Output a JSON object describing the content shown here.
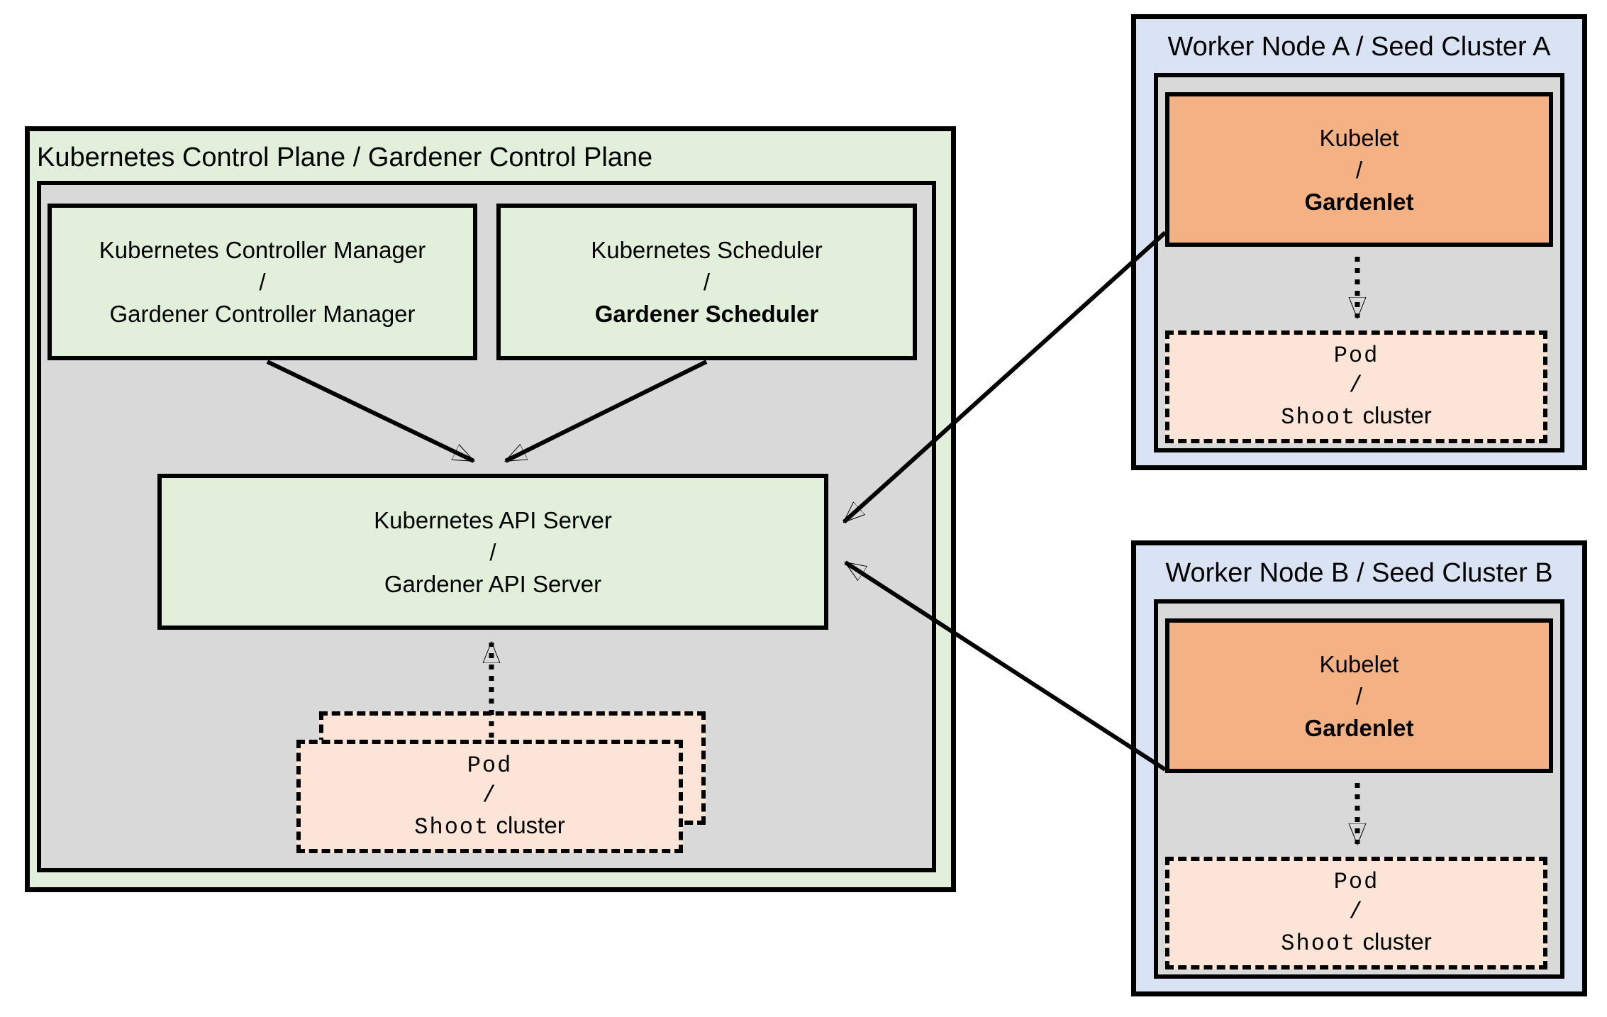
{
  "colors": {
    "control_plane_fill": "#e2efda",
    "worker_node_fill": "#dae3f3",
    "runtime_fill": "#d9d9d9",
    "component_green_fill": "#e2efda",
    "kubelet_orange_fill": "#f4b183",
    "pod_peach_fill": "#fce4d6",
    "line_color": "#000000"
  },
  "control_plane": {
    "title": "Kubernetes Control Plane / Gardener Control Plane",
    "controller_manager": {
      "line1": "Kubernetes Controller Manager",
      "sep": "/",
      "line2": "Gardener Controller Manager"
    },
    "scheduler": {
      "line1": "Kubernetes Scheduler",
      "sep": "/",
      "line2": "Gardener Scheduler"
    },
    "api_server": {
      "line1": "Kubernetes API Server",
      "sep": "/",
      "line2": "Gardener API Server"
    },
    "pod_stack": {
      "line1": "Pod",
      "sep": "/",
      "line2_code": "Shoot",
      "line2_text": "cluster"
    }
  },
  "worker_node_a": {
    "title": "Worker Node A / Seed Cluster A",
    "kubelet": {
      "line1": "Kubelet",
      "sep": "/",
      "line2": "Gardenlet"
    },
    "pod": {
      "line1": "Pod",
      "sep": "/",
      "line2_code": "Shoot",
      "line2_text": "cluster"
    }
  },
  "worker_node_b": {
    "title": "Worker Node B / Seed Cluster B",
    "kubelet": {
      "line1": "Kubelet",
      "sep": "/",
      "line2": "Gardenlet"
    },
    "pod": {
      "line1": "Pod",
      "sep": "/",
      "line2_code": "Shoot",
      "line2_text": "cluster"
    }
  }
}
